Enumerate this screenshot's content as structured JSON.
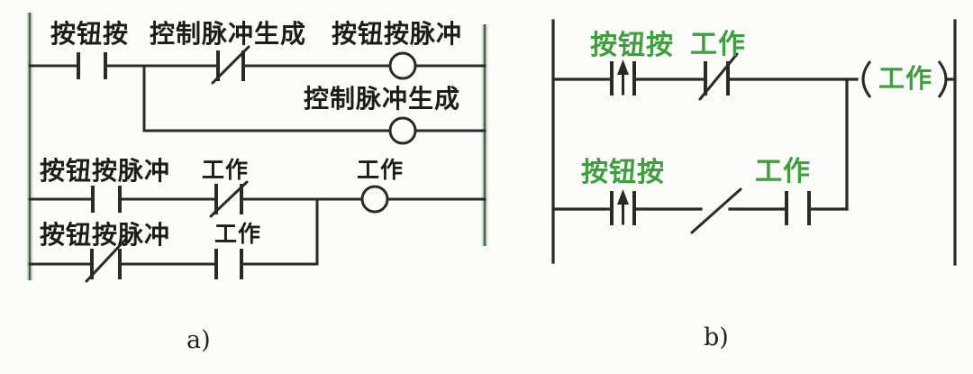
{
  "figure": {
    "type": "plc-ladder-diagram",
    "description": "Two ladder logic diagrams comparing pulse-generation logic (a) and rising-edge contact logic (b)"
  },
  "colors": {
    "line_black": "#2a2a2a",
    "label_black": "#1c1c1c",
    "label_green": "#3da03d",
    "rail_green_glow": "#cfe3cf",
    "rail_green_core": "#4f5f4f",
    "background": "#fcfcfa"
  },
  "diagram_a": {
    "caption": "a)",
    "rung1": {
      "contact1_label": "按钮按",
      "contact2_label": "控制脉冲生成",
      "coil_label": "按钮按脉冲"
    },
    "rung2": {
      "coil_label": "控制脉冲生成"
    },
    "rung3": {
      "contact1_label": "按钮按脉冲",
      "contact2_label": "工作",
      "coil_label": "工作"
    },
    "rung4": {
      "contact1_label": "按钮按脉冲",
      "contact2_label": "工作"
    }
  },
  "diagram_b": {
    "caption": "b)",
    "rung1": {
      "contact1_label": "按钮按",
      "contact2_label": "工作",
      "coil_label": "工作"
    },
    "rung2": {
      "contact1_label": "按钮按",
      "contact2_label": "工作"
    }
  }
}
